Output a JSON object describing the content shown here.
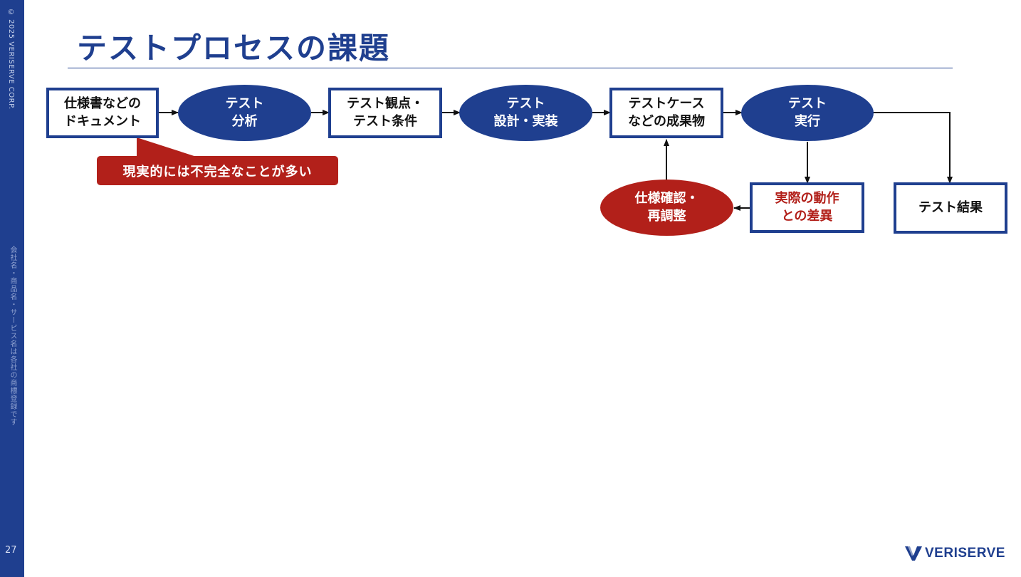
{
  "sidebar": {
    "copyright": "© 2025 VERISERVE CORP.",
    "trademark_note": "会社名・商品名・サービス名は各社の商標登録です",
    "page_number": "27"
  },
  "title": "テストプロセスの課題",
  "flow": {
    "documents": {
      "line1": "仕様書などの",
      "line2": "ドキュメント"
    },
    "test_analysis": {
      "line1": "テスト",
      "line2": "分析"
    },
    "viewpoints": {
      "line1": "テスト観点・",
      "line2": "テスト条件"
    },
    "design": {
      "line1": "テスト",
      "line2": "設計・実装"
    },
    "artifacts": {
      "line1": "テストケース",
      "line2": "などの成果物"
    },
    "execution": {
      "line1": "テスト",
      "line2": "実行"
    },
    "actual_diff": {
      "line1": "実際の動作",
      "line2": "との差異"
    },
    "reconfirm": {
      "line1": "仕様確認・",
      "line2": "再調整"
    },
    "results": {
      "label": "テスト結果"
    }
  },
  "callout": {
    "text": "現実的には不完全なことが多い"
  },
  "logo": {
    "text": "VERISERVE"
  },
  "colors": {
    "brand_blue": "#1f3f8f",
    "accent_red": "#b2201a"
  }
}
